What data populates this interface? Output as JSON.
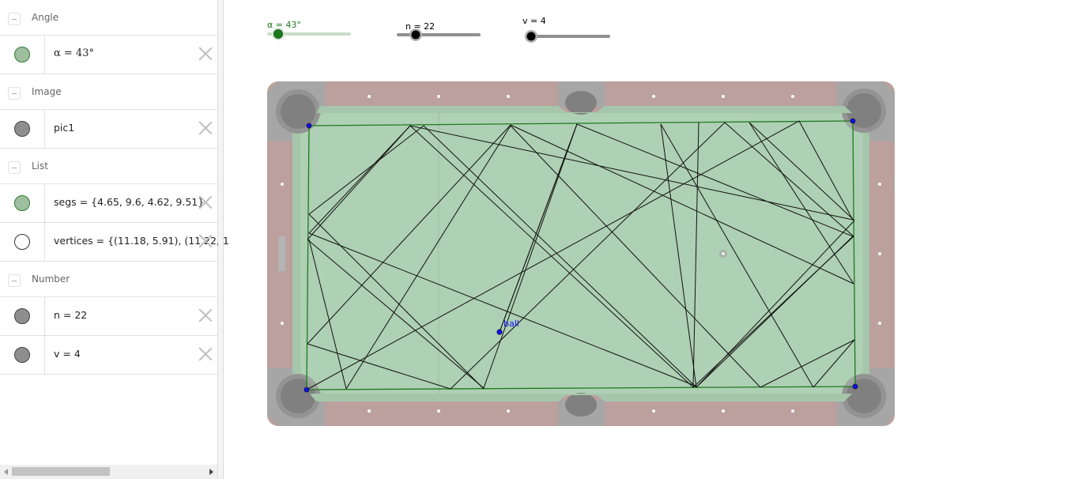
{
  "algebra": {
    "groups": [
      {
        "label": "Angle",
        "items": [
          {
            "text": "α = 43°",
            "marble": "green"
          }
        ]
      },
      {
        "label": "Image",
        "items": [
          {
            "text": "pic1",
            "marble": "gray"
          }
        ]
      },
      {
        "label": "List",
        "items": [
          {
            "text": "segs = {4.65, 9.6, 4.62, 9.51}",
            "marble": "green"
          },
          {
            "text": "vertices = {(11.18, 5.91), (11.22, 1",
            "marble": "empty"
          }
        ]
      },
      {
        "label": "Number",
        "items": [
          {
            "text": "n = 22",
            "marble": "gray"
          },
          {
            "text": "v = 4",
            "marble": "gray"
          }
        ]
      }
    ]
  },
  "sliders": {
    "alpha": {
      "label": "α = 43°",
      "color": "#1b7a1b"
    },
    "n": {
      "label": "n = 22",
      "color": "#000000"
    },
    "v": {
      "label": "v = 4",
      "color": "#000000"
    }
  },
  "table": {
    "ball_label": "ball",
    "felt_color": "#aed0b4",
    "rail_color": "#bba09d",
    "pocket_color": "#808080",
    "polygon_color": "#1e7a1e",
    "vertex_color": "#1010ff"
  }
}
